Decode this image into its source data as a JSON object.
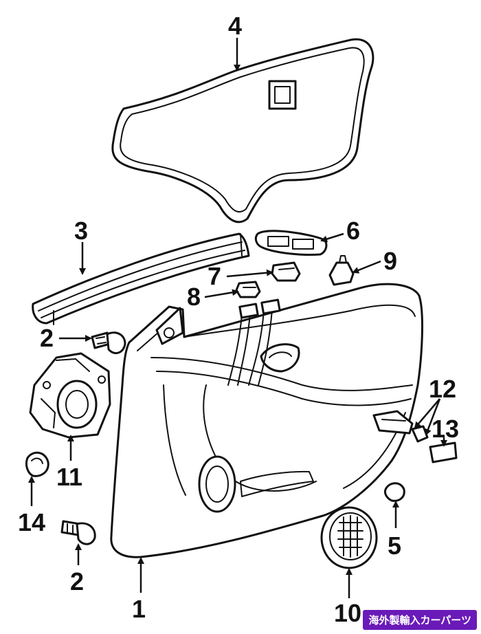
{
  "callouts": {
    "c1": "1",
    "c2a": "2",
    "c2b": "2",
    "c3": "3",
    "c4": "4",
    "c5": "5",
    "c6": "6",
    "c7": "7",
    "c8": "8",
    "c9": "9",
    "c10": "10",
    "c11": "11",
    "c12": "12",
    "c13": "13",
    "c14": "14"
  },
  "watermark": "海外製輸入カーパーツ",
  "colors": {
    "ink": "#111111",
    "background": "#ffffff",
    "badge": "#6a1ab8"
  }
}
